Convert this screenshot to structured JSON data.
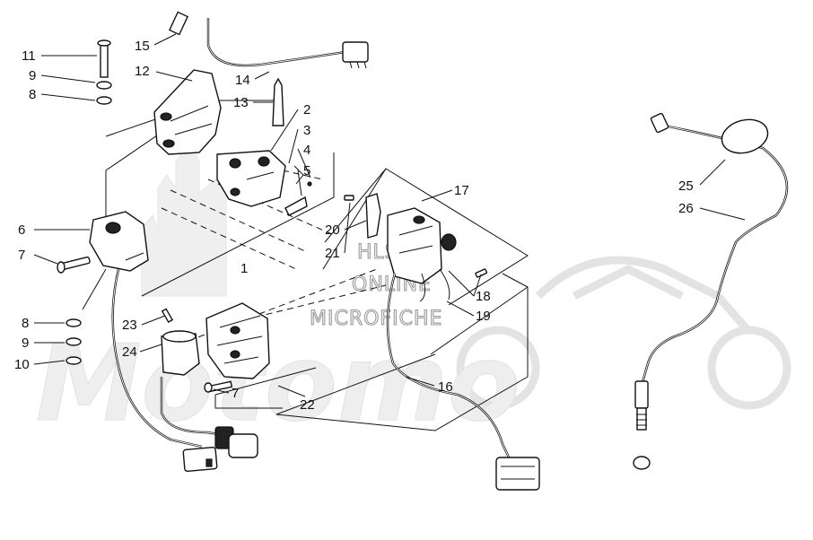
{
  "diagram": {
    "callouts": [
      {
        "id": "c1",
        "text": "1"
      },
      {
        "id": "c2",
        "text": "2"
      },
      {
        "id": "c3",
        "text": "3"
      },
      {
        "id": "c4",
        "text": "4"
      },
      {
        "id": "c5",
        "text": "5"
      },
      {
        "id": "c6",
        "text": "6"
      },
      {
        "id": "c7a",
        "text": "7"
      },
      {
        "id": "c7b",
        "text": "7"
      },
      {
        "id": "c8a",
        "text": "8"
      },
      {
        "id": "c8b",
        "text": "8"
      },
      {
        "id": "c9a",
        "text": "9"
      },
      {
        "id": "c9b",
        "text": "9"
      },
      {
        "id": "c10",
        "text": "10"
      },
      {
        "id": "c11",
        "text": "11"
      },
      {
        "id": "c12",
        "text": "12"
      },
      {
        "id": "c13",
        "text": "13"
      },
      {
        "id": "c14",
        "text": "14"
      },
      {
        "id": "c15",
        "text": "15"
      },
      {
        "id": "c16",
        "text": "16"
      },
      {
        "id": "c17",
        "text": "17"
      },
      {
        "id": "c18",
        "text": "18"
      },
      {
        "id": "c19",
        "text": "19"
      },
      {
        "id": "c20",
        "text": "20"
      },
      {
        "id": "c21",
        "text": "21"
      },
      {
        "id": "c22",
        "text": "22"
      },
      {
        "id": "c23",
        "text": "23"
      },
      {
        "id": "c24",
        "text": "24"
      },
      {
        "id": "c25",
        "text": "25"
      },
      {
        "id": "c26",
        "text": "26"
      }
    ]
  },
  "watermark": {
    "line1": "HLSM'S",
    "line2": "ONLINE",
    "line3": "MICROFICHE",
    "brand": "Motomo"
  }
}
